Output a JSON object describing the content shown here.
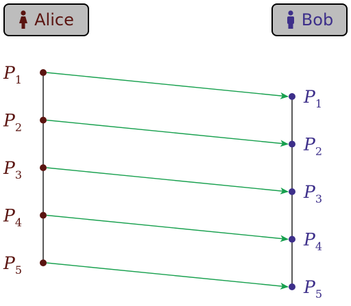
{
  "colors": {
    "alice": "#5a1410",
    "bob": "#3d2f8a",
    "arrow": "#17a04e",
    "lifeline": "#000000",
    "box_fill": "#bdbdbd"
  },
  "alice": {
    "name": "Alice",
    "icon": "person-female-icon"
  },
  "bob": {
    "name": "Bob",
    "icon": "person-male-icon"
  },
  "label_prefix": "P",
  "alice_points": [
    "1",
    "2",
    "3",
    "4",
    "5"
  ],
  "bob_points": [
    "1",
    "2",
    "3",
    "4",
    "5"
  ],
  "messages": [
    {
      "from": "1",
      "to": "1"
    },
    {
      "from": "2",
      "to": "2"
    },
    {
      "from": "3",
      "to": "3"
    },
    {
      "from": "4",
      "to": "4"
    },
    {
      "from": "5",
      "to": "5"
    }
  ]
}
